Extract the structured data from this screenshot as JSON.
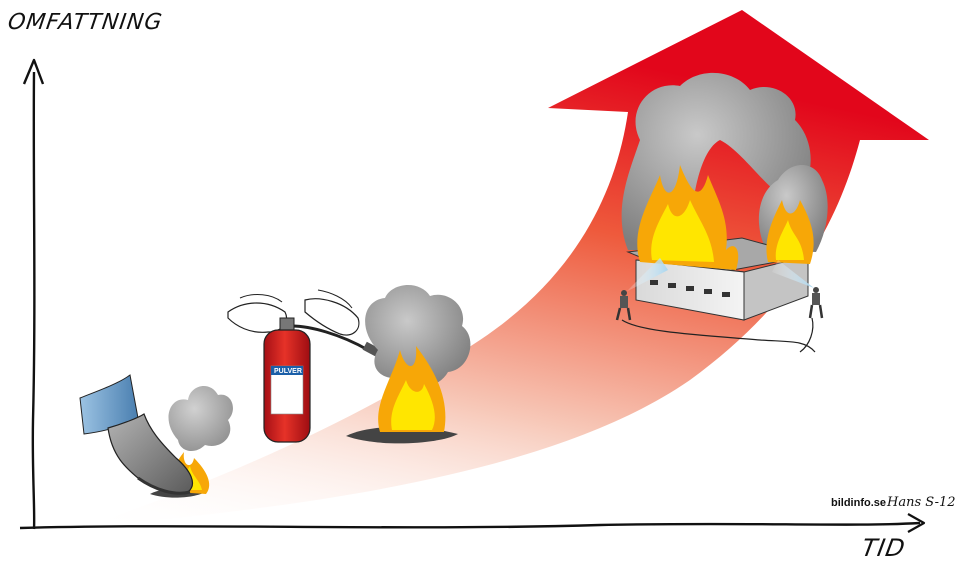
{
  "axes": {
    "y_label": "OMFATTNING",
    "x_label": "TID"
  },
  "extinguisher": {
    "label": "PULVER"
  },
  "credit": {
    "brand": "bildinfo.se",
    "signature": "Hans S-12"
  },
  "colors": {
    "arrow_top": "#e2061b",
    "arrow_bottom": "#ffffff",
    "fire_outer": "#f7a707",
    "fire_inner": "#ffe600",
    "smoke": "#8f8f8f",
    "extinguisher": "#d71920",
    "axis": "#111111"
  }
}
